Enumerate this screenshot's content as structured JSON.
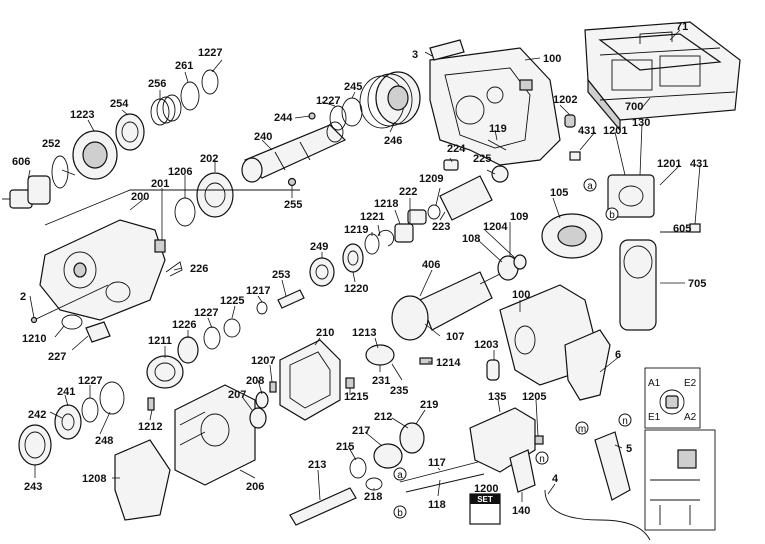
{
  "labels": {
    "l71": "71",
    "l100": "100",
    "l3": "3",
    "l700": "700",
    "l1202": "1202",
    "l1227a": "1227",
    "l261": "261",
    "l256": "256",
    "l254": "254",
    "l1223": "1223",
    "l252": "252",
    "l606": "606",
    "l245": "245",
    "l1227b": "1227",
    "l244": "244",
    "l246": "246",
    "l240": "240",
    "l202": "202",
    "l1206": "1206",
    "l201": "201",
    "l200": "200",
    "l255": "255",
    "l119": "119",
    "l431a": "431",
    "l1201a": "1201",
    "l130": "130",
    "l1201b": "1201",
    "l431b": "431",
    "l224": "224",
    "l225": "225",
    "l222": "222",
    "l1209": "1209",
    "l1218": "1218",
    "l1221": "1221",
    "l1219": "1219",
    "l223": "223",
    "l105": "105",
    "l1204": "1204",
    "l109": "109",
    "l108": "108",
    "l605": "605",
    "l226": "226",
    "l249": "249",
    "l406": "406",
    "l2": "2",
    "l253": "253",
    "l1217": "1217",
    "l1225": "1225",
    "l1220": "1220",
    "l705": "705",
    "l1210": "1210",
    "l1227c": "1227",
    "l1226": "1226",
    "l227": "227",
    "l210": "210",
    "l1213": "1213",
    "l107": "107",
    "l100b": "100",
    "l1211": "1211",
    "l1203": "1203",
    "l6": "6",
    "l1207": "1207",
    "l208": "208",
    "l231": "231",
    "l1214": "1214",
    "l235": "235",
    "l241": "241",
    "l1227d": "1227",
    "l207": "207",
    "l1215": "1215",
    "l135": "135",
    "l1205": "1205",
    "l242": "242",
    "l219": "219",
    "l212": "212",
    "l248": "248",
    "l1212": "1212",
    "l217": "217",
    "l5": "5",
    "l215": "215",
    "l243": "243",
    "l1208": "1208",
    "l206": "206",
    "l213": "213",
    "l117": "117",
    "l218": "218",
    "l1200": "1200",
    "l118": "118",
    "l4": "4",
    "l140": "140"
  },
  "markers": {
    "a": "a",
    "b": "b",
    "m": "m",
    "n": "n"
  },
  "set_badge": "SET",
  "wiring": {
    "a1": "A1",
    "e1": "E1",
    "e2": "E2",
    "a2": "A2"
  }
}
